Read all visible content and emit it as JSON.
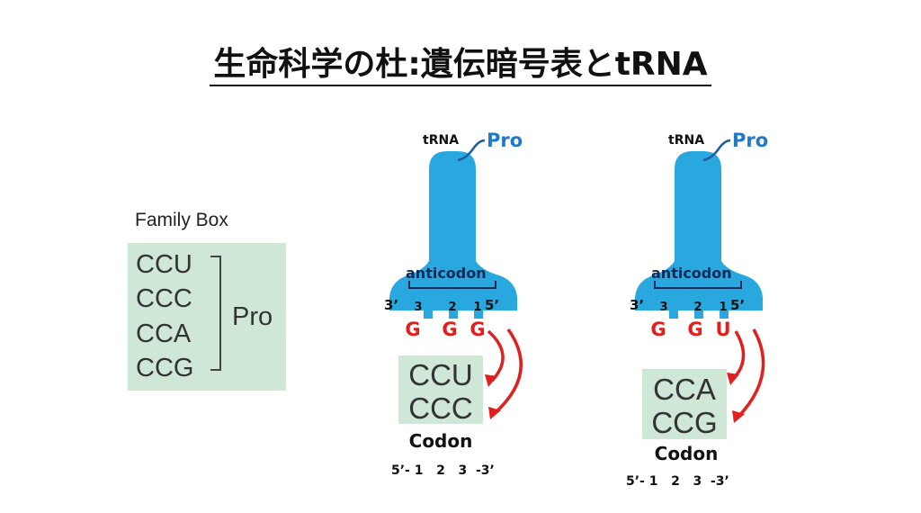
{
  "title": "生命科学の杜:遺伝暗号表とtRNA",
  "family_box": {
    "label": "Family Box",
    "codons": [
      "CCU",
      "CCC",
      "CCA",
      "CCG"
    ],
    "amino_acid": "Pro"
  },
  "trnas": [
    {
      "trna_label": "tRNA",
      "amino_acid": "Pro",
      "anticodon_label": "anticodon",
      "end_3": "3’",
      "end_5": "5’",
      "positions": [
        "3",
        "2",
        "1"
      ],
      "anticodon_bases": [
        "G",
        "G",
        "G"
      ],
      "codons": [
        "CCU",
        "CCC"
      ],
      "codon_label": "Codon",
      "numbering": "5’- 1   2   3  -3’"
    },
    {
      "trna_label": "tRNA",
      "amino_acid": "Pro",
      "anticodon_label": "anticodon",
      "end_3": "3’",
      "end_5": "5’",
      "positions": [
        "3",
        "2",
        "1"
      ],
      "anticodon_bases": [
        "G",
        "G",
        "U"
      ],
      "codons": [
        "CCA",
        "CCG"
      ],
      "codon_label": "Codon",
      "numbering": "5’- 1   2   3  -3’"
    }
  ],
  "colors": {
    "trna_body": "#29a8e0",
    "amino_acid": "#1f7ac9",
    "anticodon_base": "#e0201e",
    "arrow": "#e0201e",
    "codon_box": "#cfe7d7"
  }
}
